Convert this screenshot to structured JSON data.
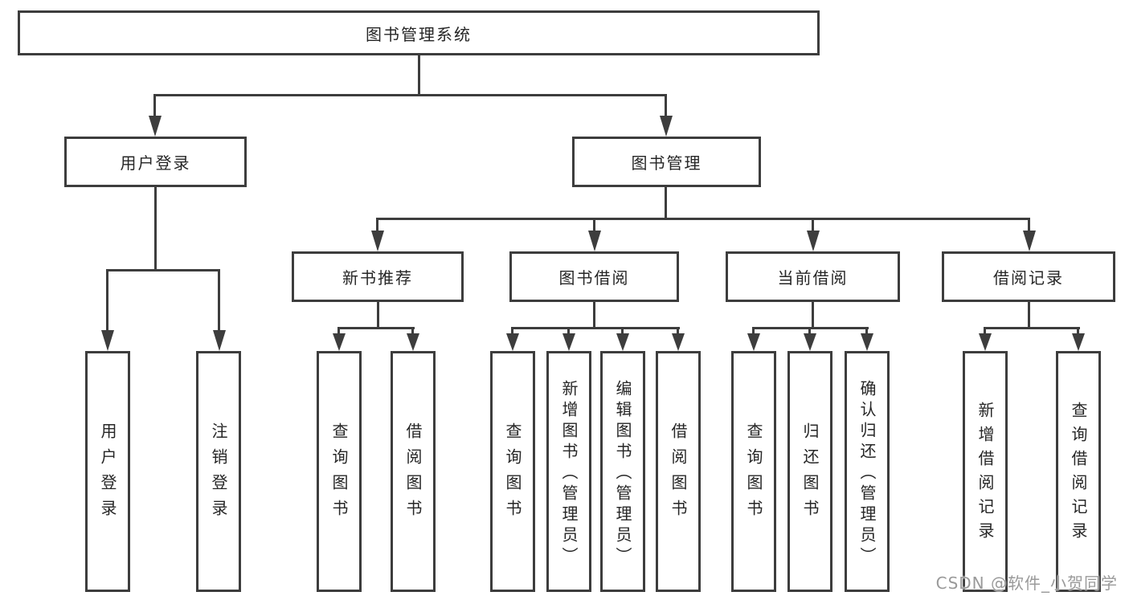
{
  "tree": {
    "root": "图书管理系统",
    "user_login": {
      "label": "用户登录",
      "children": [
        "用户登录",
        "注销登录"
      ]
    },
    "book_mgmt": {
      "label": "图书管理",
      "sections": {
        "new_book_rec": {
          "label": "新书推荐",
          "children": [
            "查询图书",
            "借阅图书"
          ]
        },
        "book_borrow": {
          "label": "图书借阅",
          "children": [
            "查询图书",
            "新增图书（管理员）",
            "编辑图书（管理员）",
            "借阅图书"
          ]
        },
        "current_borrow": {
          "label": "当前借阅",
          "children": [
            "查询图书",
            "归还图书",
            "确认归还（管理员）"
          ]
        },
        "borrow_record": {
          "label": "借阅记录",
          "children": [
            "新增借阅记录",
            "查询借阅记录"
          ]
        }
      }
    }
  },
  "watermark": "CSDN @软件_小贺同学",
  "colors": {
    "line": "#3d3d3d",
    "text": "#262626",
    "watermark": "#9a9a9a",
    "background": "#ffffff"
  }
}
